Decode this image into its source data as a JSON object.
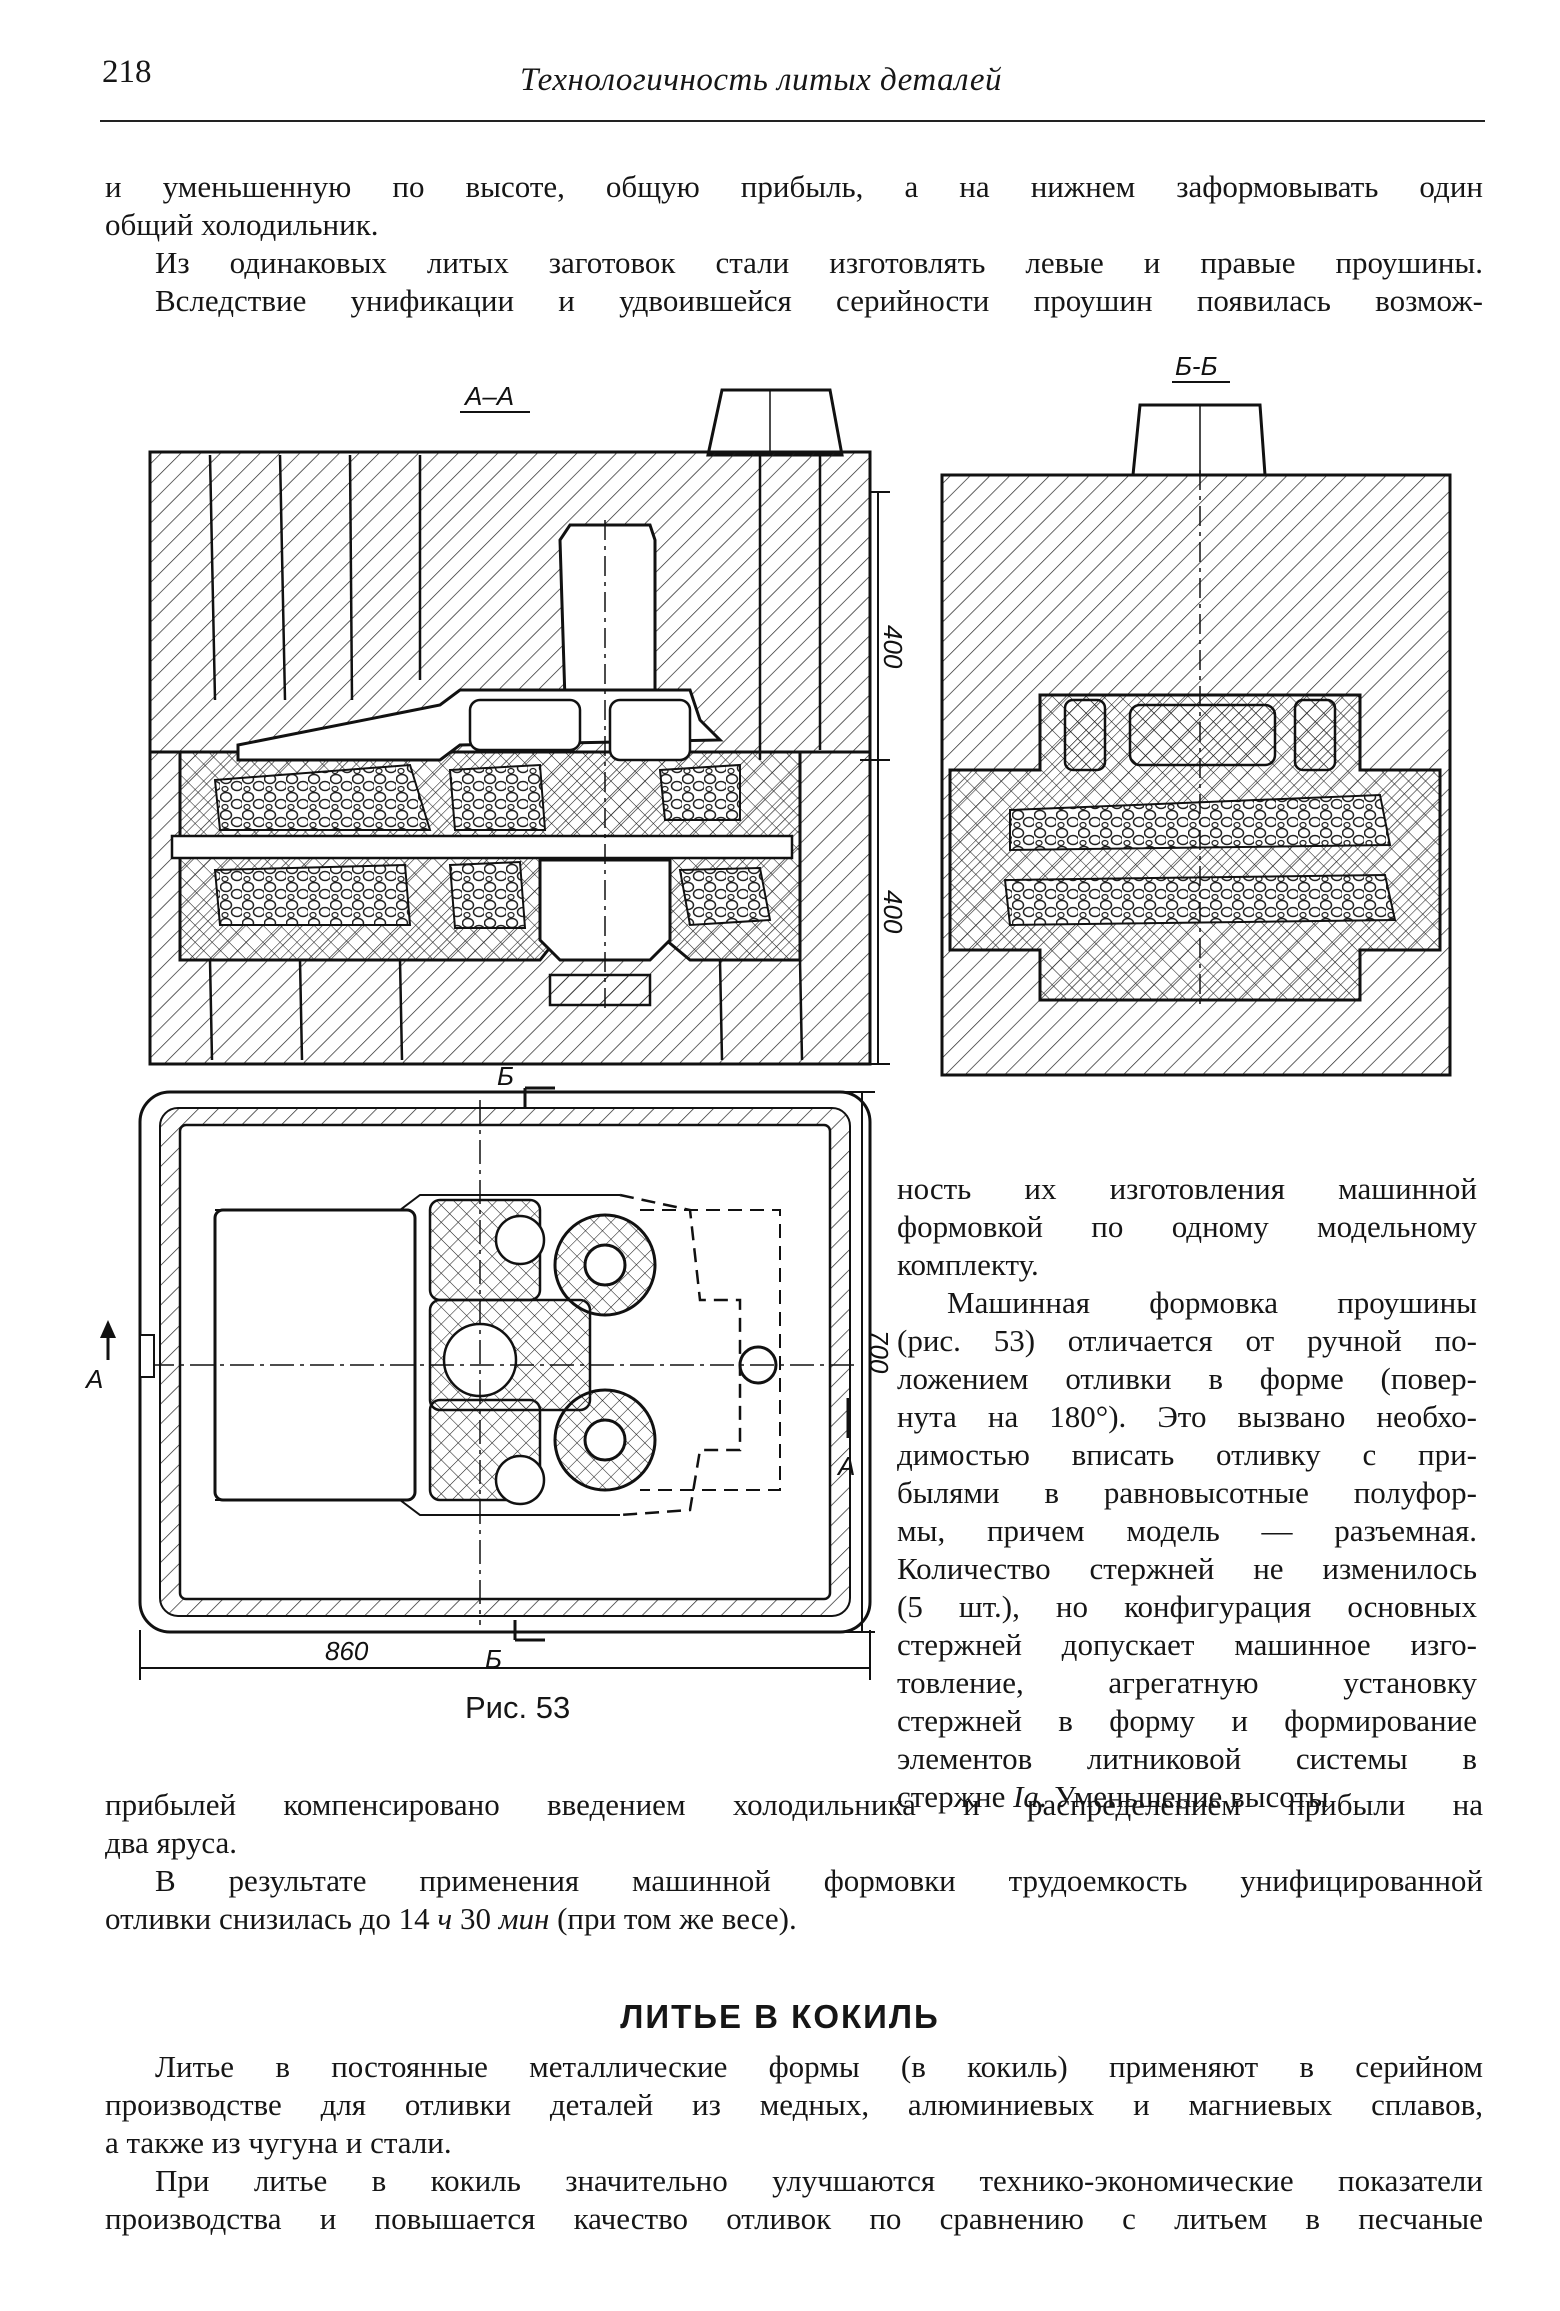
{
  "header": {
    "page_number": "218",
    "running_title": "Технологичность литых деталей"
  },
  "top_paragraphs": [
    [
      "и уменьшенную по высоте, общую прибыль, а на нижнем заформовывать один",
      "общий холодильник."
    ],
    [
      "Из одинаковых литых заготовок стали изготовлять левые и правые проушины.",
      "Вследствие унификации и удвоившейся серийности проушин появилась возмож-"
    ]
  ],
  "figure": {
    "section_label_left": "А–А",
    "section_label_right": "Б-Б",
    "dim_top_upper": "400",
    "dim_top_lower": "400",
    "dim_plan_height": "700",
    "dim_plan_width": "860",
    "cut_mark_b_top": "Б",
    "cut_mark_b_bottom": "Б",
    "cut_mark_a_left": "А",
    "cut_mark_a_right": "А",
    "caption": "Рис. 53"
  },
  "side_text": {
    "p1": [
      "ность их изготовления машинной",
      "формовкой по одному модельному",
      "комплекту."
    ],
    "p2": [
      "Машинная формовка проушины",
      "(рис. 53) отличается от ручной по-",
      "ложением отливки в форме (повер-",
      "нута на 180°). Это вызвано необхо-",
      "димостью вписать отливку с при-",
      "былями в равновысотные полуфор-",
      "мы, причем модель — разъемная.",
      "Количество стержней не изменилось",
      "(5 шт.), но конфигурация основных",
      "стержней допускает машинное изго-",
      "товление, агрегатную установку",
      "стержней в форму и формирование",
      "элементов литниковой системы в"
    ],
    "p2_last_prefix": "стержне ",
    "p2_last_italic": "Iа",
    "p2_last_suffix": ". Уменьшение высоты"
  },
  "bottom_text": {
    "cont": [
      "прибылей компенсировано введением холодильника и распределением прибыли на",
      "два яруса."
    ],
    "p3_line1": "В результате применения машинной формовки трудоемкость унифицированной",
    "p3_line2_a": "отливки снизилась до 14 ",
    "p3_line2_h": "ч",
    "p3_line2_b": " 30 ",
    "p3_line2_m": "мин",
    "p3_line2_c": " (при том же весе)."
  },
  "section": {
    "heading": "ЛИТЬЕ В КОКИЛЬ",
    "p1": [
      "Литье в постоянные металлические формы (в кокиль) применяют в серийном",
      "производстве для отливки деталей из медных, алюминиевых и магниевых сплавов,",
      "а также из чугуна и стали."
    ],
    "p2": [
      "При литье в кокиль значительно улучшаются технико-экономические показатели",
      "производства и повышается качество отливок по сравнению с литьем в песчаные"
    ]
  }
}
